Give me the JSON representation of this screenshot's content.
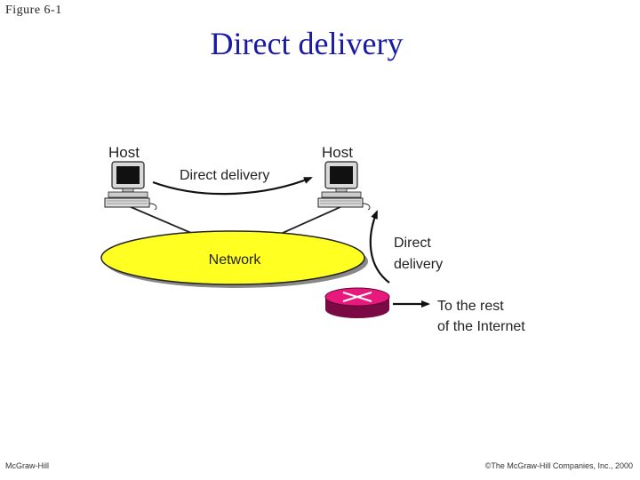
{
  "header": {
    "figure_label": "Figure 6-1",
    "title": "Direct delivery"
  },
  "diagram": {
    "host_left_label": "Host",
    "host_right_label": "Host",
    "direct_delivery_top": "Direct delivery",
    "network_label": "Network",
    "direct_delivery_right_line1": "Direct",
    "direct_delivery_right_line2": "delivery",
    "rest_of_internet_line1": "To the rest",
    "rest_of_internet_line2": "of the Internet"
  },
  "footer": {
    "publisher": "McGraw-Hill",
    "copyright": "©The McGraw-Hill Companies, Inc., 2000"
  },
  "colors": {
    "title": "#1a1aa8",
    "network_fill": "#ffff22",
    "network_shadow": "#888888",
    "router_fill": "#e8187c",
    "router_shadow": "#7a0a44"
  },
  "icons": [
    "computer-icon",
    "router-icon",
    "arrow-icon"
  ]
}
